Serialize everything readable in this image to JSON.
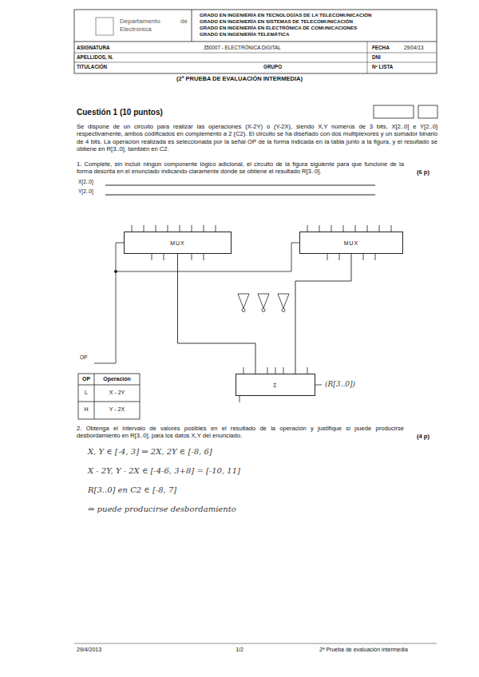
{
  "diagram": {
    "title": "(2ª PRUEBA DE EVALUACIÓN INTERMEDIA)",
    "nodes": [
      {
        "text": [
          "MUX"
        ]
      },
      {
        "text": [
          "MUX"
        ]
      },
      {
        "text": [
          "Σ"
        ]
      }
    ],
    "edges": [
      {
        "from": 0,
        "to": 2,
        "arrow": "none"
      },
      {
        "from": 1,
        "to": 2,
        "arrow": "none"
      }
    ],
    "labels": [
      "Departamento de Electrónica",
      "GRADO EN INGENIERÍA EN TECNOLOGÍAS DE LA TELECOMUNICACIÓN",
      "GRADO EN INGENIERÍA EN SISTEMAS DE TELECOMUNICACIÓN",
      "GRADO EN INGENIERÍA EN ELECTRÓNICA DE COMUNICACIONES",
      "GRADO EN INGENIERÍA TELEMÁTICA",
      "ASIGNATURA",
      "350007 - ELECTRÓNICA DIGITAL",
      "FECHA",
      "29/04/13",
      "APELLIDOS, N.",
      "DNI",
      "TITULACIÓN",
      "GRUPO",
      "Nº LISTA",
      "Cuestión 1 (10 puntos)",
      "Se dispone de un circuito para realizar las operaciones (X-2Y) ó (Y-2X), siendo X,Y números de 3 bits, X[2..0] e Y[2..0] respectivamente, ambos codificados en complemento a 2 (C2). El circuito se ha diseñado con dos multiplexores y un sumador binario de 4 bits. La operación realizada es seleccionada por la señal OP de la forma indicada en la tabla junto a la figura, y el resultado se obtiene en R[3..0], también en C2.",
      "1. Complete, sin incluir ningún componente lógico adicional, el circuito de la figura siguiente para que funcione de la forma descrita en el enunciado indicando claramente dónde se obtiene el resultado R[3..0].",
      "(6 p)",
      "X[2..0]",
      "Y[2..0]",
      "OP",
      "OP",
      "Operación",
      "L",
      "X - 2Y",
      "H",
      "Y - 2X",
      "2. Obtenga el intervalo de valores posibles en el resultado de la operación y justifique si puede producirse desbordamiento en R[3..0], para los datos X,Y del enunciado.",
      "(4 p)",
      "(R[3..0])",
      "X, Y ∈ [-4, 3] ⇒ 2X, 2Y ∈ [-8, 6]",
      "X - 2Y, Y - 2X ∈ [-4-6, 3+8] = [-10, 11]",
      "R[3..0] en C2 ∈ [-8, 7]",
      "⇒ puede producirse desbordamiento",
      "29/4/2013",
      "1/2",
      "2ª Prueba de evaluación intermedia"
    ]
  }
}
